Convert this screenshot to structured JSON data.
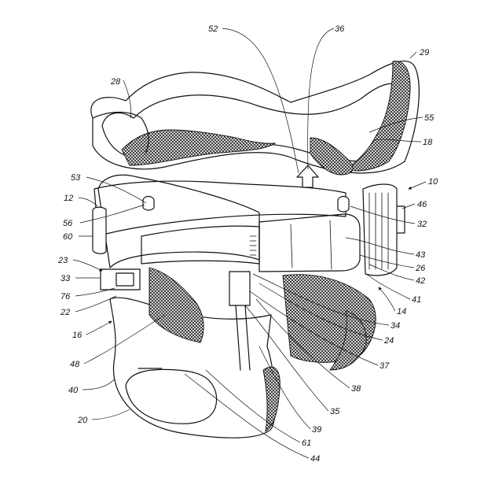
{
  "figure": {
    "reference_numerals": {
      "n10": "10",
      "n12": "12",
      "n14": "14",
      "n16": "16",
      "n18": "18",
      "n20": "20",
      "n22": "22",
      "n23": "23",
      "n24": "24",
      "n26": "26",
      "n28": "28",
      "n29": "29",
      "n32": "32",
      "n33": "33",
      "n34": "34",
      "n35": "35",
      "n36": "36",
      "n37": "37",
      "n38": "38",
      "n39": "39",
      "n40": "40",
      "n41": "41",
      "n42": "42",
      "n43": "43",
      "n44": "44",
      "n46": "46",
      "n48": "48",
      "n52": "52",
      "n53": "53",
      "n55": "55",
      "n56": "56",
      "n60": "60",
      "n61": "61",
      "n76": "76"
    },
    "line_color": "#111111",
    "background": "#ffffff"
  }
}
